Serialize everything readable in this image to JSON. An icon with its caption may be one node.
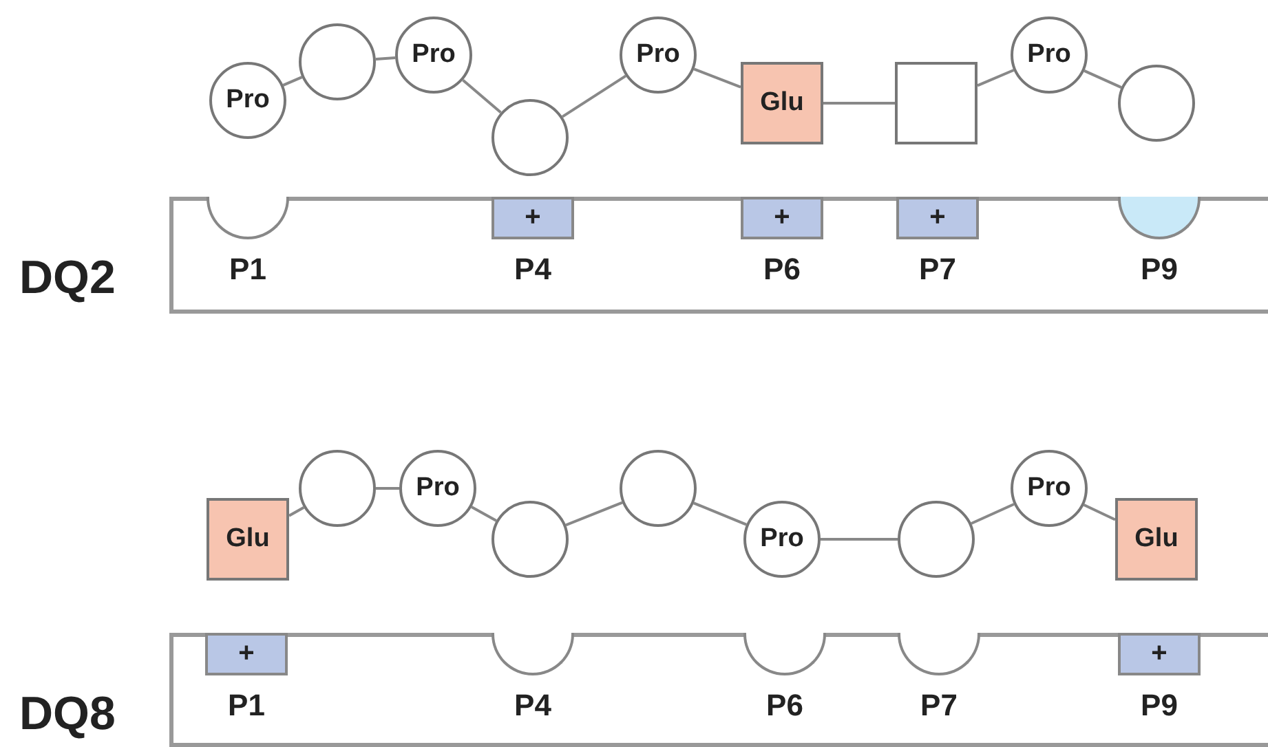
{
  "diagram": {
    "nodes": [
      {
        "text": [
          "Pro"
        ]
      },
      {
        "text": [],
        "shape": "circle"
      },
      {
        "text": [
          "Pro"
        ]
      },
      {
        "text": [],
        "shape": "circle"
      },
      {
        "text": [
          "Pro"
        ]
      },
      {
        "text": [
          "Glu"
        ]
      },
      {
        "text": [],
        "shape": "box"
      },
      {
        "text": [
          "Pro"
        ]
      },
      {
        "text": [],
        "shape": "circle"
      },
      {
        "text": [
          "DQ2"
        ]
      },
      {
        "text": [],
        "shape": "circle",
        "in": 9,
        "beside": [
          "P1"
        ]
      },
      {
        "text": [
          "+"
        ],
        "in": 9,
        "beside": [
          "P4"
        ]
      },
      {
        "text": [
          "+"
        ],
        "in": 9,
        "beside": [
          "P6"
        ]
      },
      {
        "text": [
          "+"
        ],
        "in": 9,
        "beside": [
          "P7"
        ]
      },
      {
        "text": [],
        "shape": "circle",
        "in": 9,
        "beside": [
          "P9"
        ]
      },
      {
        "text": [
          "Glu"
        ]
      },
      {
        "text": [],
        "shape": "circle"
      },
      {
        "text": [
          "Pro"
        ]
      },
      {
        "text": [],
        "shape": "circle"
      },
      {
        "text": [],
        "shape": "circle"
      },
      {
        "text": [
          "Pro"
        ]
      },
      {
        "text": [],
        "shape": "circle"
      },
      {
        "text": [
          "Pro"
        ]
      },
      {
        "text": [
          "Glu"
        ]
      },
      {
        "text": [
          "DQ8"
        ]
      },
      {
        "text": [
          "+"
        ],
        "in": 24,
        "beside": [
          "P1"
        ]
      },
      {
        "text": [],
        "shape": "circle",
        "in": 24,
        "beside": [
          "P4"
        ]
      },
      {
        "text": [],
        "shape": "circle",
        "in": 24,
        "beside": [
          "P6"
        ]
      },
      {
        "text": [],
        "shape": "circle",
        "in": 24,
        "beside": [
          "P7"
        ]
      },
      {
        "text": [
          "+"
        ],
        "in": 24,
        "beside": [
          "P9"
        ]
      }
    ],
    "edges": [
      {
        "from": 0,
        "to": 1,
        "arrow": "none"
      },
      {
        "from": 1,
        "to": 2,
        "arrow": "none"
      },
      {
        "from": 2,
        "to": 3,
        "arrow": "none"
      },
      {
        "from": 3,
        "to": 4,
        "arrow": "none"
      },
      {
        "from": 4,
        "to": 5,
        "arrow": "none"
      },
      {
        "from": 5,
        "to": 6,
        "arrow": "none"
      },
      {
        "from": 6,
        "to": 7,
        "arrow": "none"
      },
      {
        "from": 7,
        "to": 8,
        "arrow": "none"
      },
      {
        "from": 15,
        "to": 16,
        "arrow": "none"
      },
      {
        "from": 16,
        "to": 17,
        "arrow": "none"
      },
      {
        "from": 17,
        "to": 18,
        "arrow": "none"
      },
      {
        "from": 18,
        "to": 19,
        "arrow": "none"
      },
      {
        "from": 19,
        "to": 20,
        "arrow": "none"
      },
      {
        "from": 20,
        "to": 21,
        "arrow": "none"
      },
      {
        "from": 21,
        "to": 22,
        "arrow": "none"
      },
      {
        "from": 22,
        "to": 23,
        "arrow": "none"
      }
    ]
  }
}
